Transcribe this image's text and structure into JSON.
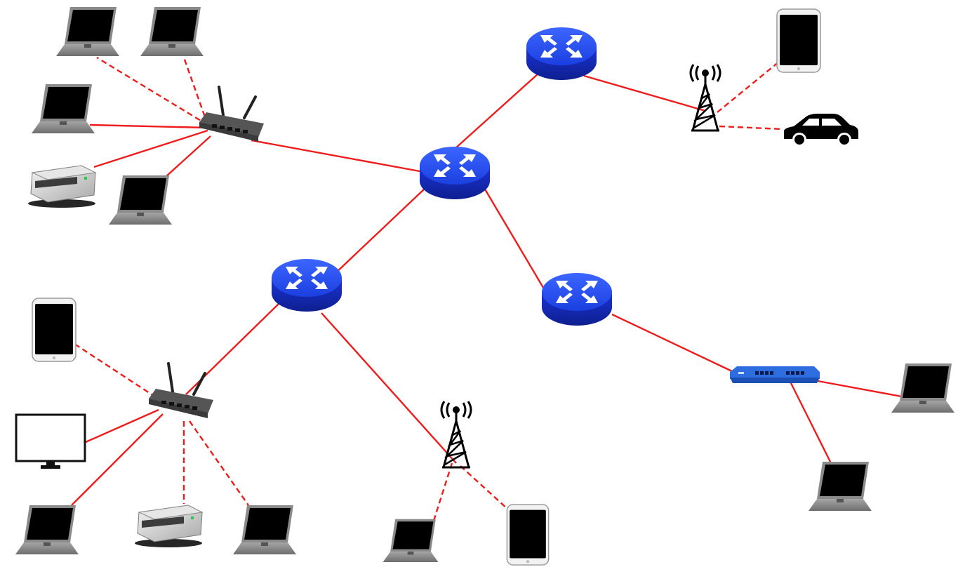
{
  "diagram": {
    "colors": {
      "link": "#ee1c1c",
      "router_body": "#1a33d6",
      "router_top": "#2f57ff",
      "switch": "#2e6de0",
      "access_point": "#4a4a4a",
      "device_screen": "#000000",
      "device_frame": "#8c8c8c",
      "tower": "#000000"
    },
    "legend": [],
    "nodes": [
      {
        "id": "router_core",
        "kind": "router",
        "icon": "router-icon"
      },
      {
        "id": "router_top",
        "kind": "router",
        "icon": "router-icon"
      },
      {
        "id": "router_left",
        "kind": "router",
        "icon": "router-icon"
      },
      {
        "id": "router_right",
        "kind": "router",
        "icon": "router-icon"
      },
      {
        "id": "ap_top",
        "kind": "access_point",
        "icon": "wireless-router-icon"
      },
      {
        "id": "ap_bottom",
        "kind": "access_point",
        "icon": "wireless-router-icon"
      },
      {
        "id": "switch_right",
        "kind": "switch",
        "icon": "network-switch-icon"
      },
      {
        "id": "tower_top",
        "kind": "cell_tower",
        "icon": "cell-tower-icon"
      },
      {
        "id": "tower_bottom",
        "kind": "cell_tower",
        "icon": "cell-tower-icon"
      },
      {
        "id": "laptop_tl1",
        "kind": "laptop",
        "icon": "laptop-icon"
      },
      {
        "id": "laptop_tl2",
        "kind": "laptop",
        "icon": "laptop-icon"
      },
      {
        "id": "laptop_tl3",
        "kind": "laptop",
        "icon": "laptop-icon"
      },
      {
        "id": "printer_tl",
        "kind": "printer",
        "icon": "printer-icon"
      },
      {
        "id": "laptop_tl4",
        "kind": "laptop",
        "icon": "laptop-icon"
      },
      {
        "id": "tablet_tr",
        "kind": "tablet",
        "icon": "tablet-icon"
      },
      {
        "id": "car_tr",
        "kind": "car",
        "icon": "car-icon"
      },
      {
        "id": "tablet_bl",
        "kind": "tablet",
        "icon": "tablet-icon"
      },
      {
        "id": "monitor_bl",
        "kind": "monitor",
        "icon": "monitor-icon"
      },
      {
        "id": "laptop_bl1",
        "kind": "laptop",
        "icon": "laptop-icon"
      },
      {
        "id": "printer_bl",
        "kind": "printer",
        "icon": "printer-icon"
      },
      {
        "id": "laptop_bl2",
        "kind": "laptop",
        "icon": "laptop-icon"
      },
      {
        "id": "laptop_bc",
        "kind": "laptop",
        "icon": "laptop-icon"
      },
      {
        "id": "tablet_bc",
        "kind": "tablet",
        "icon": "tablet-icon"
      },
      {
        "id": "laptop_br1",
        "kind": "laptop",
        "icon": "laptop-icon"
      },
      {
        "id": "laptop_br2",
        "kind": "laptop",
        "icon": "laptop-icon"
      }
    ],
    "links": [
      {
        "from": "router_core",
        "to": "router_top",
        "type": "wired"
      },
      {
        "from": "router_core",
        "to": "router_left",
        "type": "wired"
      },
      {
        "from": "router_core",
        "to": "router_right",
        "type": "wired"
      },
      {
        "from": "router_core",
        "to": "ap_top",
        "type": "wired"
      },
      {
        "from": "router_top",
        "to": "tower_top",
        "type": "wired"
      },
      {
        "from": "router_left",
        "to": "ap_bottom",
        "type": "wired"
      },
      {
        "from": "router_left",
        "to": "tower_bottom",
        "type": "wired"
      },
      {
        "from": "router_right",
        "to": "switch_right",
        "type": "wired"
      },
      {
        "from": "ap_top",
        "to": "laptop_tl1",
        "type": "wireless"
      },
      {
        "from": "ap_top",
        "to": "laptop_tl2",
        "type": "wireless"
      },
      {
        "from": "ap_top",
        "to": "laptop_tl3",
        "type": "wired"
      },
      {
        "from": "ap_top",
        "to": "printer_tl",
        "type": "wired"
      },
      {
        "from": "ap_top",
        "to": "laptop_tl4",
        "type": "wired"
      },
      {
        "from": "tower_top",
        "to": "tablet_tr",
        "type": "wireless"
      },
      {
        "from": "tower_top",
        "to": "car_tr",
        "type": "wireless"
      },
      {
        "from": "ap_bottom",
        "to": "tablet_bl",
        "type": "wireless"
      },
      {
        "from": "ap_bottom",
        "to": "monitor_bl",
        "type": "wired"
      },
      {
        "from": "ap_bottom",
        "to": "laptop_bl1",
        "type": "wired"
      },
      {
        "from": "ap_bottom",
        "to": "printer_bl",
        "type": "wireless"
      },
      {
        "from": "ap_bottom",
        "to": "laptop_bl2",
        "type": "wireless"
      },
      {
        "from": "tower_bottom",
        "to": "laptop_bc",
        "type": "wireless"
      },
      {
        "from": "tower_bottom",
        "to": "tablet_bc",
        "type": "wireless"
      },
      {
        "from": "switch_right",
        "to": "laptop_br1",
        "type": "wired"
      },
      {
        "from": "switch_right",
        "to": "laptop_br2",
        "type": "wired"
      }
    ]
  }
}
